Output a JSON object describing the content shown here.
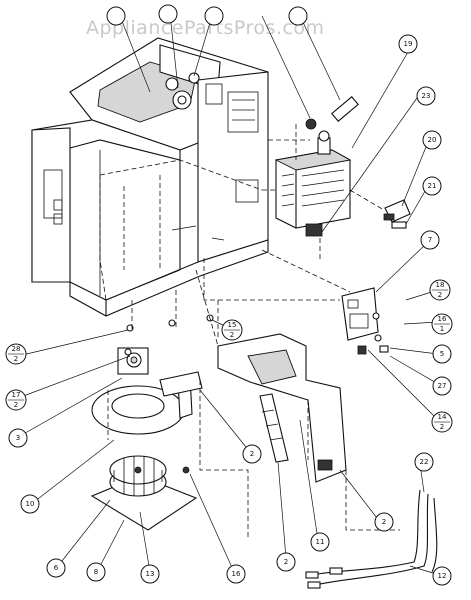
{
  "watermark": "AppliancePartsPros.com",
  "callouts": [
    {
      "id": "c19",
      "text": "19"
    },
    {
      "id": "c23",
      "text": "23"
    },
    {
      "id": "c20",
      "text": "20"
    },
    {
      "id": "c21",
      "text": "21"
    },
    {
      "id": "c7",
      "text": "7"
    },
    {
      "id": "c18",
      "num": "18",
      "qty": "2"
    },
    {
      "id": "c16",
      "num": "16",
      "qty": "1"
    },
    {
      "id": "c5",
      "text": "5"
    },
    {
      "id": "c27",
      "text": "27"
    },
    {
      "id": "c14",
      "num": "14",
      "qty": "2"
    },
    {
      "id": "c15",
      "num": "15",
      "qty": "2"
    },
    {
      "id": "c28",
      "num": "28",
      "qty": "2"
    },
    {
      "id": "c17",
      "num": "17",
      "qty": "2"
    },
    {
      "id": "c3",
      "text": "3"
    },
    {
      "id": "c10",
      "text": "10"
    },
    {
      "id": "c6",
      "text": "6"
    },
    {
      "id": "c8",
      "text": "8"
    },
    {
      "id": "c13",
      "text": "13"
    },
    {
      "id": "c16b",
      "text": "16"
    },
    {
      "id": "c2a",
      "text": "2"
    },
    {
      "id": "c2b",
      "text": "2"
    },
    {
      "id": "c11",
      "text": "11"
    },
    {
      "id": "c2c",
      "text": "2"
    },
    {
      "id": "c22",
      "text": "22"
    },
    {
      "id": "c12",
      "text": "12"
    },
    {
      "id": "c1",
      "text": ""
    },
    {
      "id": "c4",
      "text": ""
    },
    {
      "id": "c9",
      "text": ""
    },
    {
      "id": "c24",
      "text": ""
    }
  ]
}
